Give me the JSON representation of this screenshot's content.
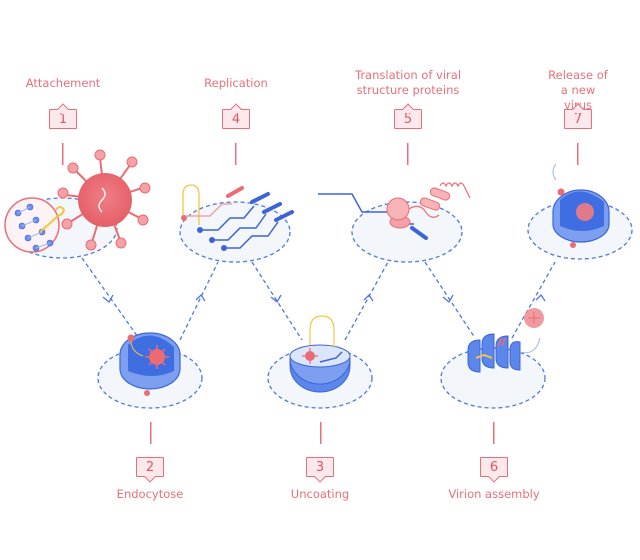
{
  "title": "Viral replication cycle",
  "colors": {
    "accent": "#e8707a",
    "badge_fill": "#fde9eb",
    "flow_line": "#4f78e0",
    "cell_blue": "#5b86ea",
    "platform": "#f3f6fb",
    "virus": "#ec6b72",
    "rna_yellow": "#f5c542"
  },
  "steps": [
    {
      "number": "1",
      "label": "Attachement",
      "icon": "virus-attachment-icon"
    },
    {
      "number": "2",
      "label": "Endocytose",
      "icon": "endocytosis-cell-icon"
    },
    {
      "number": "3",
      "label": "Uncoating",
      "icon": "uncoating-bowl-icon"
    },
    {
      "number": "4",
      "label": "Replication",
      "icon": "rna-replication-icon"
    },
    {
      "number": "5",
      "label": "Translation of viral\nstructure proteins",
      "icon": "ribosome-translation-icon"
    },
    {
      "number": "6",
      "label": "Virion assembly",
      "icon": "golgi-assembly-icon"
    },
    {
      "number": "7",
      "label": "Release of\na new virus",
      "icon": "virus-release-cell-icon"
    }
  ]
}
